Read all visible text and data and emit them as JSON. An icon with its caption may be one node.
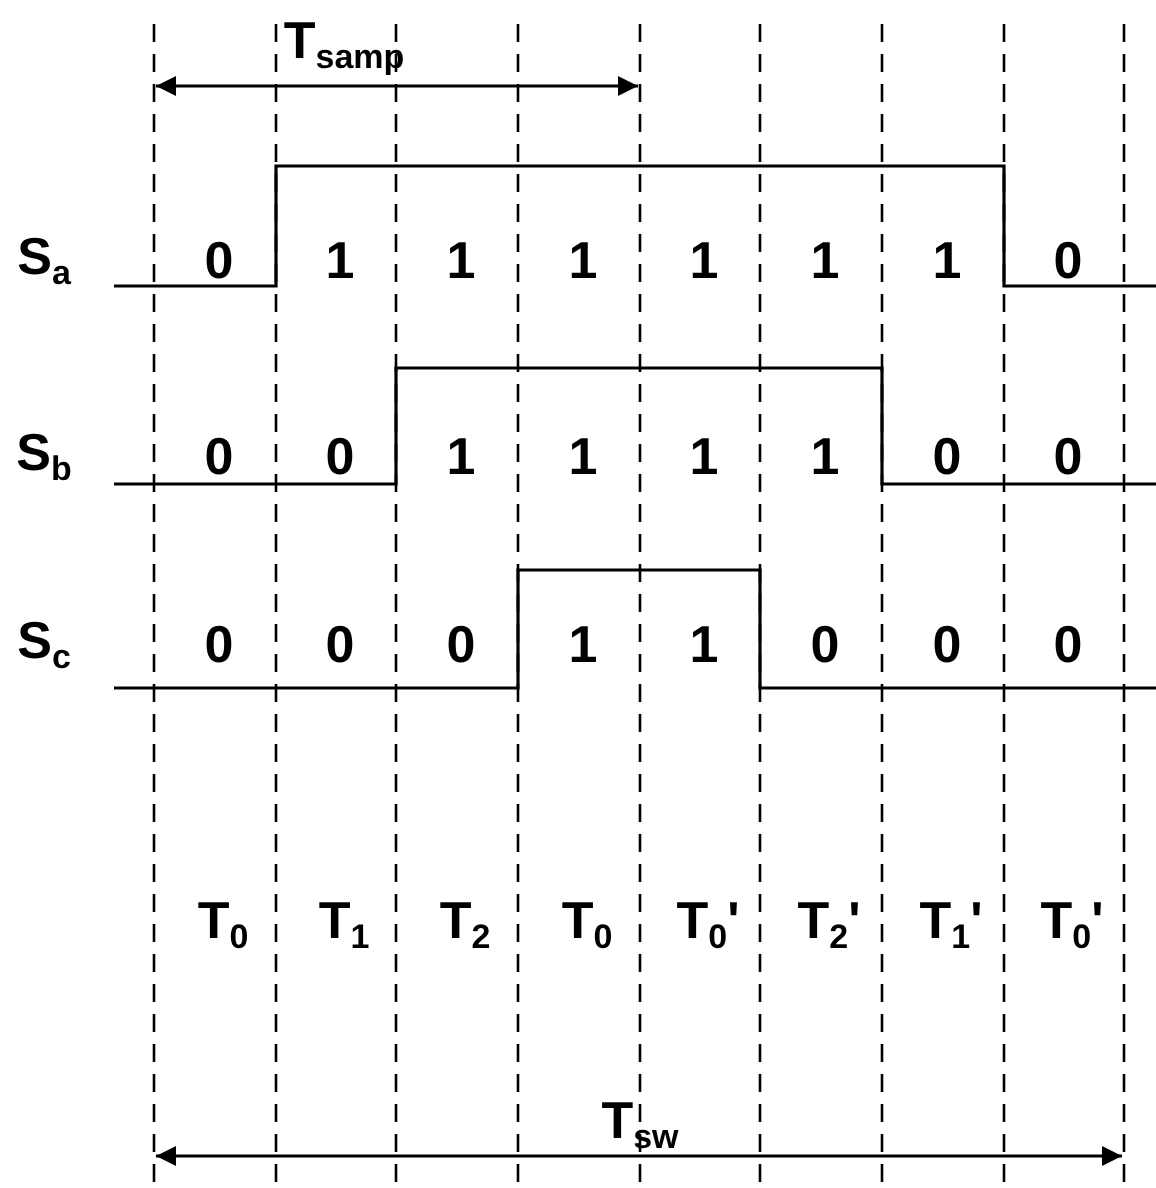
{
  "diagram": {
    "labels": [
      "T$_{samp}$",
      "S$_{a}$",
      "0",
      "1",
      "1",
      "1",
      "1",
      "1",
      "1",
      "0",
      "S$_{b}$",
      "0",
      "0",
      "1",
      "1",
      "1",
      "1",
      "0",
      "0",
      "S$_{c}$",
      "0",
      "0",
      "0",
      "1",
      "1",
      "0",
      "0",
      "0",
      "T$_{0}$",
      "T$_{1}$",
      "T$_{2}$",
      "T$_{0}$",
      "T$_{0}$'",
      "T$_{2}$'",
      "T$_{1}$'",
      "T$_{0}$'",
      "T$_{sw}$"
    ]
  }
}
